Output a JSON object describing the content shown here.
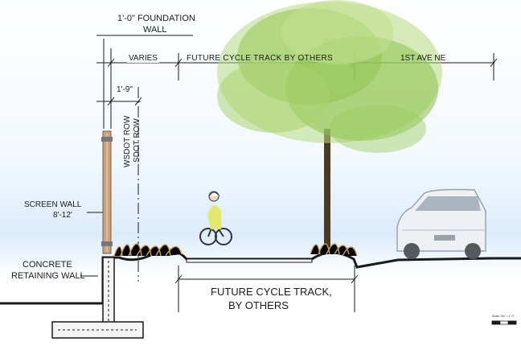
{
  "labels": {
    "foundation_wall_line1": "1'-0\" FOUNDATION",
    "foundation_wall_line2": "WALL",
    "varies": "VARIES",
    "future_cycle_track_top": "FUTURE CYCLE TRACK BY OTHERS",
    "first_ave": "1ST AVE NE",
    "row_offset": "1'-9\"",
    "wsdot_row": "WSDOT ROW",
    "sdot_row": "SDOT ROW",
    "screen_wall_line1": "SCREEN WALL",
    "screen_wall_line2": "8'-12'",
    "concrete_line1": "CONCRETE",
    "concrete_line2": "RETAINING WALL",
    "future_cycle_track_line1": "FUTURE CYCLE TRACK,",
    "future_cycle_track_line2": "BY OTHERS",
    "scale_text": "Scale: 3/4\" = 1'-0\""
  },
  "icons": {
    "tree": "deciduous-tree-icon",
    "cyclist": "cyclist-icon",
    "car": "sedan-car-icon",
    "grass": "ornamental-grass-icon",
    "scale_bar": "scale-bar-icon"
  },
  "colors": {
    "line": "#1a1a1a",
    "foliage": "#7fb73a",
    "foliage_dark": "#4f8a24",
    "grass": "#c9a24a",
    "sky": "#dcecfb"
  }
}
